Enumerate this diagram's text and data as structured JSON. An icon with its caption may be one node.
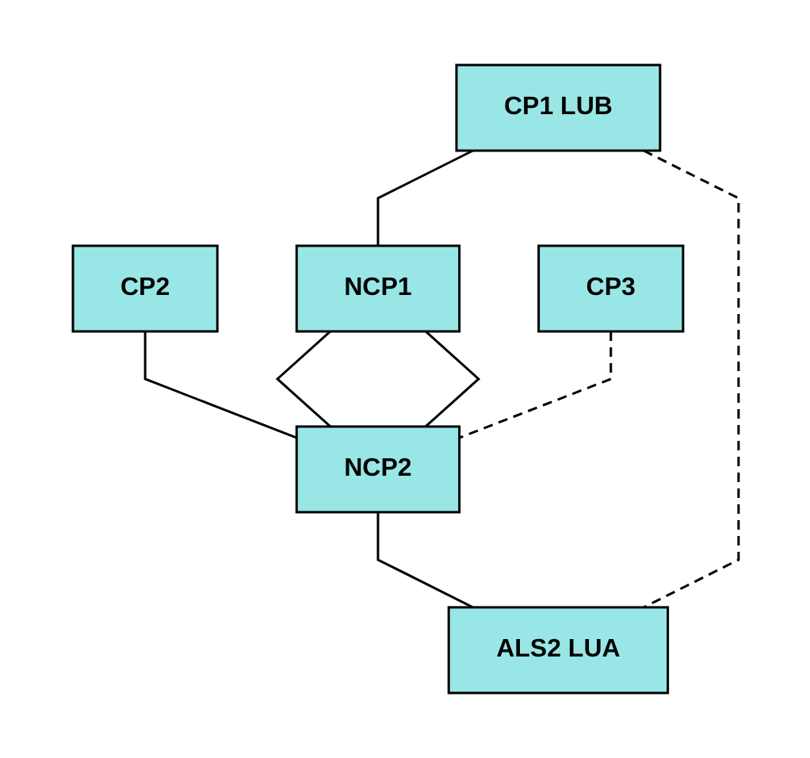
{
  "diagram": {
    "nodes": [
      {
        "text": [
          "CP1 LUB"
        ]
      },
      {
        "text": [
          "CP2"
        ]
      },
      {
        "text": [
          "CP3"
        ]
      },
      {
        "text": [
          "NCP1"
        ]
      },
      {
        "text": [
          "NCP2"
        ]
      },
      {
        "text": [
          "ALS2 LUA"
        ]
      }
    ],
    "edges": [
      {
        "from": 0,
        "to": 3,
        "arrow": "none"
      },
      {
        "from": 1,
        "to": 4,
        "arrow": "none"
      },
      {
        "from": 3,
        "to": 4,
        "arrow": "none"
      },
      {
        "from": 3,
        "to": 4,
        "arrow": "none"
      },
      {
        "from": 4,
        "to": 5,
        "arrow": "none"
      },
      {
        "from": 2,
        "to": 4,
        "arrow": "none",
        "style": "dashed"
      },
      {
        "from": 0,
        "to": 5,
        "arrow": "none",
        "style": "dashed"
      }
    ]
  }
}
